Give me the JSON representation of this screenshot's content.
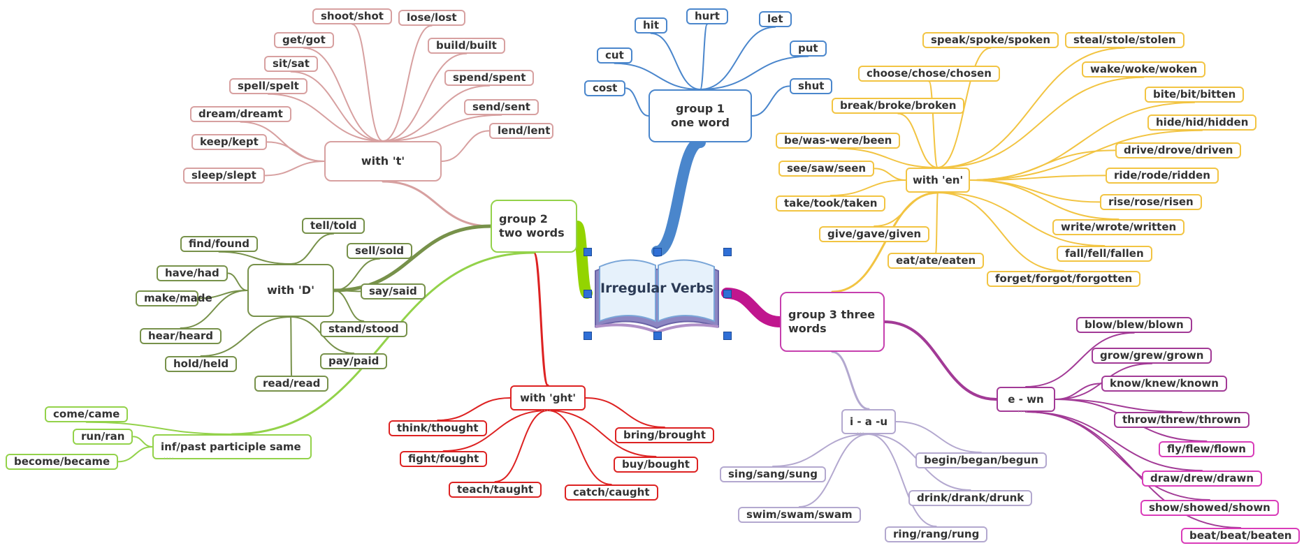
{
  "central": {
    "label": "Irregular Verbs",
    "icon": "open-book-icon"
  },
  "groups": {
    "group1": {
      "label": "group 1\none word",
      "items": [
        "hit",
        "hurt",
        "let",
        "cut",
        "put",
        "cost",
        "shut"
      ]
    },
    "group2": {
      "label": "group 2 two words",
      "with_t": {
        "label": "with 't'",
        "items": [
          "shoot/shot",
          "lose/lost",
          "get/got",
          "build/built",
          "sit/sat",
          "spell/spelt",
          "spend/spent",
          "dream/dreamt",
          "send/sent",
          "lend/lent",
          "keep/kept",
          "sleep/slept"
        ]
      },
      "with_d": {
        "label": "with 'D'",
        "items": [
          "tell/told",
          "find/found",
          "sell/sold",
          "have/had",
          "make/made",
          "say/said",
          "hear/heard",
          "stand/stood",
          "hold/held",
          "pay/paid",
          "read/read"
        ]
      },
      "with_ght": {
        "label": "with 'ght'",
        "items": [
          "think/thought",
          "bring/brought",
          "fight/fought",
          "buy/bought",
          "teach/taught",
          "catch/caught"
        ]
      },
      "inf_past": {
        "label": "inf/past participle same",
        "items": [
          "come/came",
          "run/ran",
          "become/became"
        ]
      }
    },
    "group3": {
      "label": "group 3  three words",
      "with_en": {
        "label": "with 'en'",
        "items": [
          "speak/spoke/spoken",
          "steal/stole/stolen",
          "wake/woke/woken",
          "choose/chose/chosen",
          "bite/bit/bitten",
          "break/broke/broken",
          "hide/hid/hidden",
          "be/was-were/been",
          "drive/drove/driven",
          "see/saw/seen",
          "ride/rode/ridden",
          "rise/rose/risen",
          "take/took/taken",
          "write/wrote/written",
          "give/gave/given",
          "fall/fell/fallen",
          "eat/ate/eaten",
          "forget/forgot/forgotten"
        ]
      },
      "e_wn": {
        "label": "e - wn",
        "items": [
          "blow/blew/blown",
          "grow/grew/grown",
          "know/knew/known",
          "throw/threw/thrown",
          "fly/flew/flown",
          "draw/drew/drawn",
          "show/showed/shown",
          "beat/beat/beaten"
        ]
      },
      "i_a_u": {
        "label": "i - a -u",
        "items": [
          "begin/began/begun",
          "sing/sang/sung",
          "drink/drank/drunk",
          "swim/swam/swam",
          "ring/rang/rung"
        ]
      }
    }
  },
  "colors": {
    "group1": "#4a86cc",
    "with_t": "#d7a0a0",
    "with_d": "#77914a",
    "inf_past": "#93d24a",
    "with_ght": "#dd2222",
    "with_en": "#f2c442",
    "group3": "#c63fae",
    "e_wn": "#a23a96",
    "i_a_u": "#b3a8cf",
    "group2_link": "#93d400",
    "group1_link": "#4a86cc",
    "group3_link": "#c0168e"
  }
}
